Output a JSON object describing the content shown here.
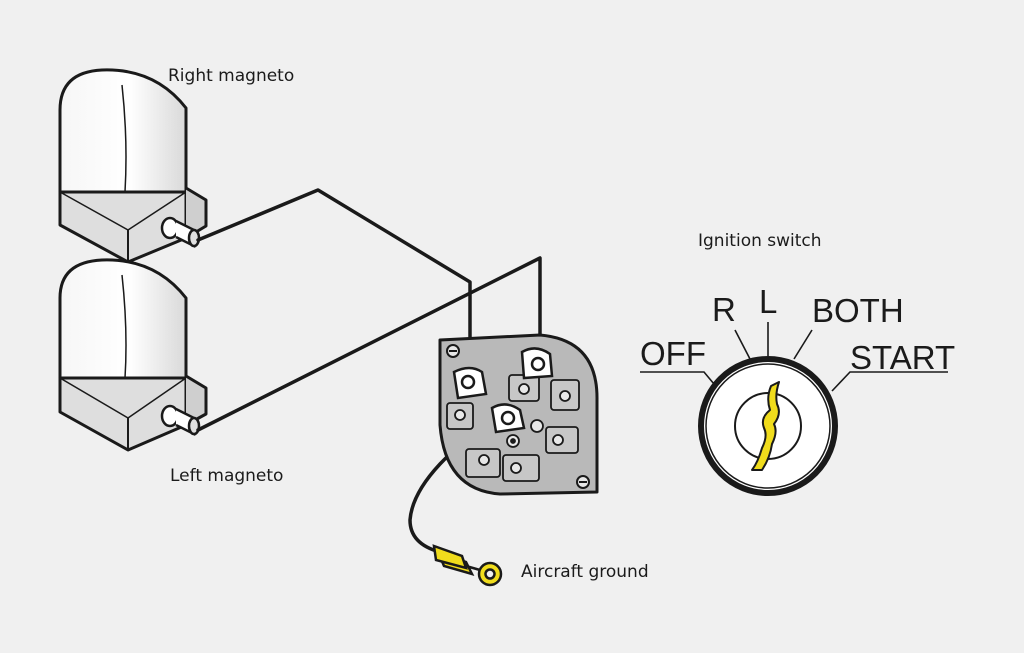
{
  "labels": {
    "right_magneto": "Right magneto",
    "left_magneto": "Left magneto",
    "aircraft_ground": "Aircraft ground",
    "ignition_switch": "Ignition switch"
  },
  "switch_positions": {
    "off": "OFF",
    "r": "R",
    "l": "L",
    "both": "BOTH",
    "start": "START"
  },
  "colors": {
    "background": "#f0f0f0",
    "line": "#1a1a1a",
    "key": "#f0dc1c",
    "terminal_shade": "#c7c7c7",
    "panel_shade": "#b9b9b9"
  }
}
